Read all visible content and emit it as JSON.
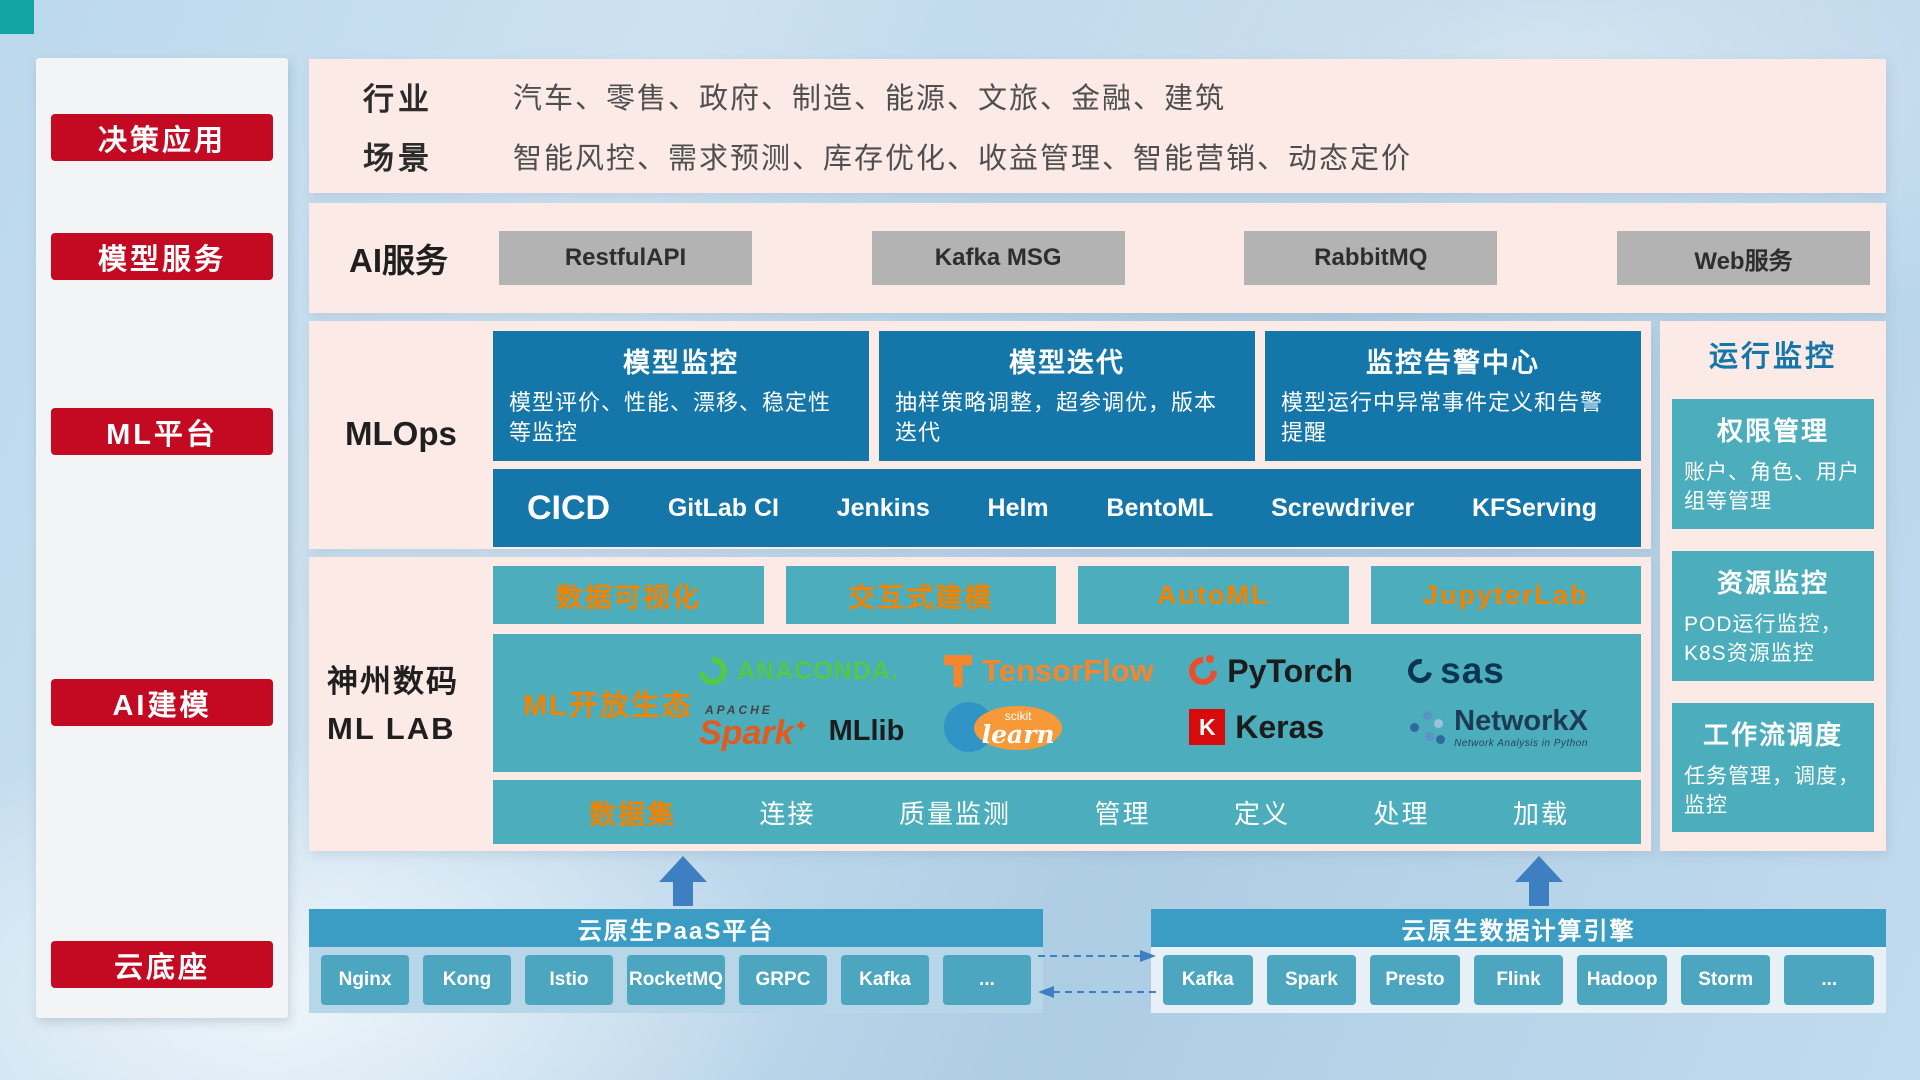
{
  "sidebar": {
    "items": [
      {
        "label": "决策应用"
      },
      {
        "label": "模型服务"
      },
      {
        "label": "ML平台"
      },
      {
        "label": "AI建模"
      },
      {
        "label": "云底座"
      }
    ]
  },
  "industry": {
    "rows": [
      {
        "label": "行业",
        "value": "汽车、零售、政府、制造、能源、文旅、金融、建筑"
      },
      {
        "label": "场景",
        "value": "智能风控、需求预测、库存优化、收益管理、智能营销、动态定价"
      }
    ]
  },
  "ai_service": {
    "label": "AI服务",
    "buttons": [
      "RestfulAPI",
      "Kafka MSG",
      "RabbitMQ",
      "Web服务"
    ]
  },
  "mlops": {
    "label": "MLOps",
    "cards": [
      {
        "title": "模型监控",
        "desc": "模型评价、性能、漂移、稳定性等监控"
      },
      {
        "title": "模型迭代",
        "desc": "抽样策略调整，超参调优，版本迭代"
      },
      {
        "title": "监控告警中心",
        "desc": "模型运行中异常事件定义和告警提醒"
      }
    ],
    "cicd_label": "CICD",
    "cicd_tools": [
      "GitLab CI",
      "Jenkins",
      "Helm",
      "BentoML",
      "Screwdriver",
      "KFServing"
    ]
  },
  "monitor_panel": {
    "title": "运行监控",
    "cards": [
      {
        "title": "权限管理",
        "desc": "账户、角色、用户组等管理"
      },
      {
        "title": "资源监控",
        "desc": "POD运行监控，K8S资源监控"
      },
      {
        "title": "工作流调度",
        "desc": "任务管理，调度，监控"
      }
    ]
  },
  "mllab": {
    "label_line1": "神州数码",
    "label_line2": "ML LAB",
    "tool_buttons": [
      "数据可视化",
      "交互式建模",
      "AutoML",
      "JupyterLab"
    ],
    "ecosystem_label": "ML开放生态",
    "logos": {
      "anaconda": "ANACONDA.",
      "tensorflow": "TensorFlow",
      "pytorch": "PyTorch",
      "sas": "sas",
      "spark_apache": "APACHE",
      "spark": "Spark",
      "mllib": "MLlib",
      "scikit_small": "scikit",
      "scikit": "learn",
      "keras_badge": "K",
      "keras": "Keras",
      "networkx": "NetworkX",
      "networkx_sub": "Network Analysis in Python"
    },
    "dataset_label": "数据集",
    "dataset_items": [
      "连接",
      "质量监测",
      "管理",
      "定义",
      "处理",
      "加载"
    ]
  },
  "cloud_base": {
    "paas": {
      "title": "云原生PaaS平台",
      "items": [
        "Nginx",
        "Kong",
        "Istio",
        "RocketMQ",
        "GRPC",
        "Kafka",
        "..."
      ]
    },
    "engine": {
      "title": "云原生数据计算引擎",
      "items": [
        "Kafka",
        "Spark",
        "Presto",
        "Flink",
        "Hadoop",
        "Storm",
        "..."
      ]
    }
  },
  "colors": {
    "red": "#c40a22",
    "pink": "#fbeae6",
    "blue": "#1576a9",
    "teal": "#4cadbc",
    "orange": "#f08300",
    "gray-btn": "#b3b3b3",
    "header-blue": "#3b9dc3",
    "chip": "#4da6c0",
    "arrow": "#3e7fc1"
  }
}
